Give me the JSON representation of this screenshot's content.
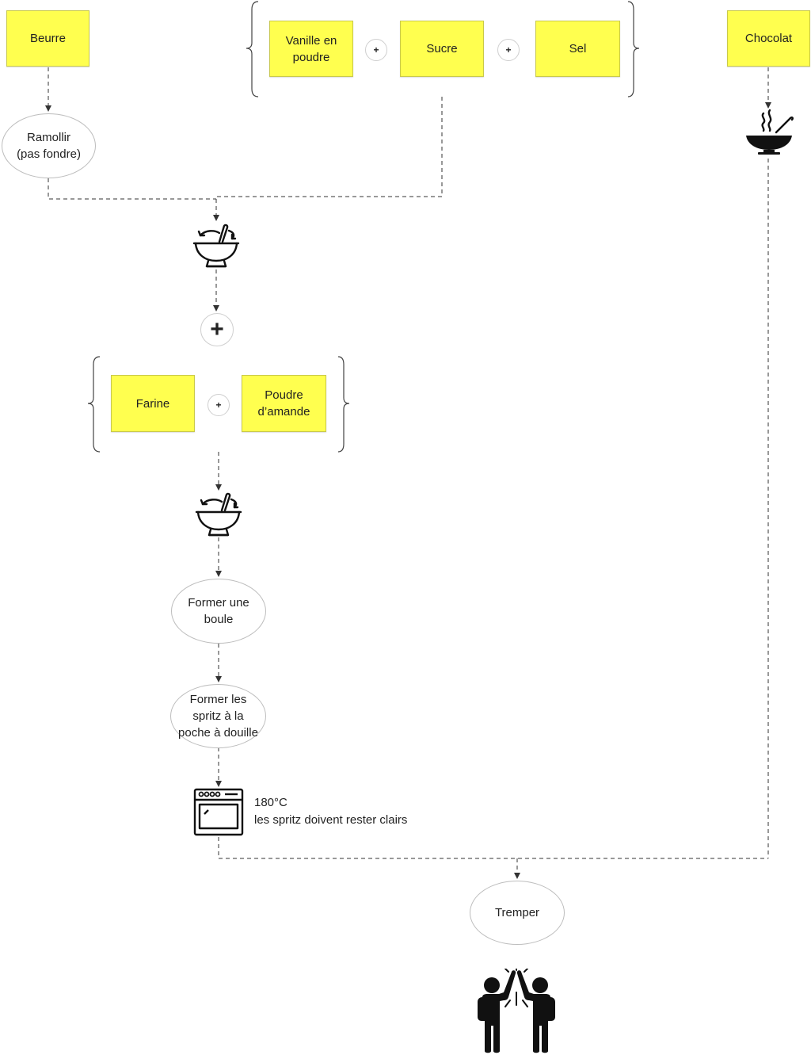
{
  "ingredients": {
    "beurre": "Beurre",
    "vanille": "Vanille en\npoudre",
    "sucre": "Sucre",
    "sel": "Sel",
    "chocolat": "Chocolat",
    "farine": "Farine",
    "poudre_amande": "Poudre\nd’amande"
  },
  "steps": {
    "ramollir": "Ramollir\n(pas fondre)",
    "former_boule": "Former une\nboule",
    "former_spritz": "Former les\nspritz à la\npoche à douille",
    "tremper": "Tremper"
  },
  "operators": {
    "plus": "+"
  },
  "oven": {
    "temperature": "180°C",
    "note": "les spritz doivent rester clairs"
  },
  "icons": [
    "mixing-bowl-icon",
    "hot-bowl-icon",
    "oven-icon",
    "high-five-icon"
  ],
  "colors": {
    "sticky": "#ffff4f",
    "line": "#333333"
  }
}
